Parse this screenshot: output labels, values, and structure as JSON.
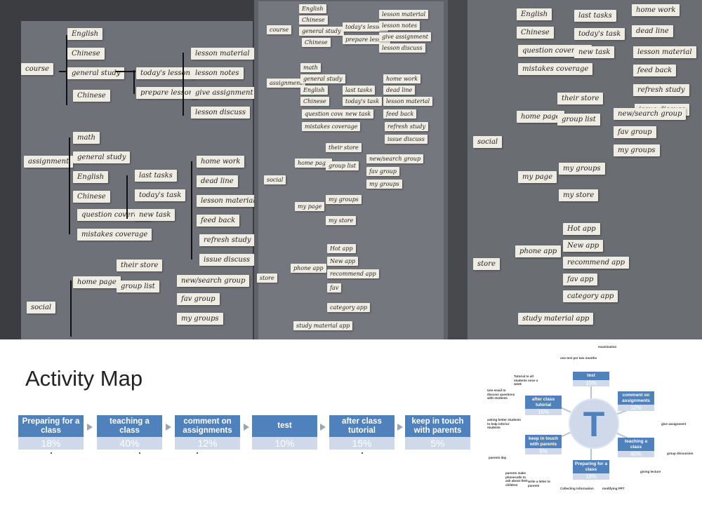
{
  "photos": {
    "photo1": {
      "labels": [
        "course",
        "English",
        "Chinese",
        "general study",
        "Chinese",
        "today's lesson",
        "prepare lesson",
        "lesson material",
        "lesson notes",
        "give assignment",
        "lesson discuss",
        "assignment",
        "math",
        "general study",
        "English",
        "Chinese",
        "question coverage",
        "mistakes coverage",
        "last tasks",
        "today's task",
        "new task",
        "home work",
        "dead line",
        "lesson material",
        "feed back",
        "refresh study",
        "issue discuss",
        "social",
        "home page",
        "their store",
        "group list",
        "new/search group",
        "fav group",
        "my groups"
      ]
    },
    "photo2": {
      "labels": [
        "course",
        "English",
        "Chinese",
        "general study",
        "Chinese",
        "today's lesson",
        "prepare lesson",
        "lesson material",
        "lesson notes",
        "give assignment",
        "lesson discuss",
        "assignment",
        "math",
        "general study",
        "English",
        "Chinese",
        "question coverage",
        "mistakes coverage",
        "last tasks",
        "today's task",
        "new task",
        "home work",
        "dead line",
        "lesson material",
        "feed back",
        "refresh study",
        "issue discuss",
        "social",
        "home page",
        "their store",
        "group list",
        "new/search group",
        "fav group",
        "my groups",
        "my page",
        "my groups",
        "my store",
        "store",
        "phone app",
        "Hot app",
        "New app",
        "recommend app",
        "fav",
        "category app",
        "study material app"
      ]
    },
    "photo3": {
      "labels": [
        "English",
        "Chinese",
        "question coverage",
        "mistakes coverage",
        "last tasks",
        "today's task",
        "new task",
        "home work",
        "dead line",
        "lesson material",
        "feed back",
        "refresh study",
        "issue discuss",
        "social",
        "home page",
        "their store",
        "group list",
        "new/search group",
        "fav group",
        "my groups",
        "my page",
        "my groups",
        "my store",
        "store",
        "phone app",
        "Hot app",
        "New app",
        "recommend app",
        "fav app",
        "category app",
        "study material app"
      ]
    }
  },
  "activity_map": {
    "title": "Activity Map",
    "steps": [
      {
        "name": "Preparing for a class",
        "percent": "18%"
      },
      {
        "name": "teaching a class",
        "percent": "40%"
      },
      {
        "name": "comment on assignments",
        "percent": "12%"
      },
      {
        "name": "test",
        "percent": "10%"
      },
      {
        "name": "after class tutorial",
        "percent": "15%"
      },
      {
        "name": "keep in touch with parents",
        "percent": "5%"
      }
    ]
  },
  "radial": {
    "hub_letter": "T",
    "nodes": [
      {
        "name": "test",
        "percent": "10%"
      },
      {
        "name": "comment on assignments",
        "percent": "12%"
      },
      {
        "name": "teaching a class",
        "percent": "40%"
      },
      {
        "name": "Preparing for a class",
        "percent": "18%"
      },
      {
        "name": "keep in touch with parents",
        "percent": "5%"
      },
      {
        "name": "after class tutorial",
        "percent": "15%"
      }
    ],
    "labels": {
      "examination": "examination",
      "one_test": "one test per two months",
      "give_assignment": "give assignment",
      "group_discussion": "group discussion",
      "giving_lecture": "giving lecture",
      "modifying_ppt": "modifying PPT",
      "collecting_info": "Collecting information",
      "write_letter": "write a letter to parents",
      "parents_make_phonecalls": "parents make phonecalls to ask about their children",
      "parents_day": "parents day",
      "use_email": "Use email to discuss questions with students",
      "tutorial_all": "Tutorial to all students once a week",
      "asking_better": "asking better students to help inferior students"
    }
  }
}
